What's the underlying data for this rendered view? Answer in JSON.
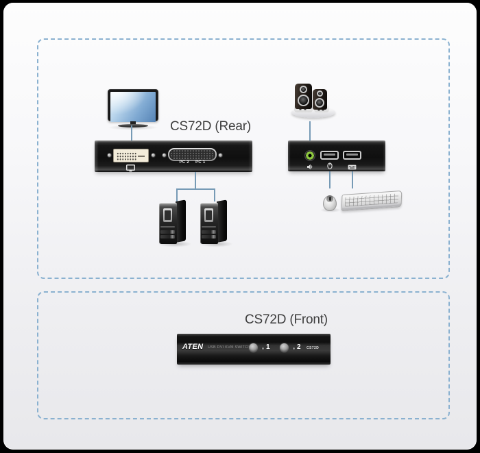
{
  "colors": {
    "background": "#000000",
    "card_top": "#fdfdfd",
    "card_bottom": "#e8e8eb",
    "dashed_border": "#8ab1d0",
    "connection_line": "#769ab5",
    "audio_jack_green": "#8dc63f",
    "device_body": "#111111"
  },
  "rear_section": {
    "title": "CS72D (Rear)",
    "video_panel": {
      "pc2_label": "PC 2",
      "pc1_label": "PC 1"
    }
  },
  "front_section": {
    "title": "CS72D (Front)",
    "panel": {
      "brand": "ATEN",
      "product_name": "USB DVI KVM SWITCH",
      "port1_label": "1",
      "port2_label": "2",
      "model_label": "CS72D"
    }
  },
  "icons": {
    "display": "monitor-icon",
    "audio_out": "speaker-icon",
    "mouse_port": "mouse-icon",
    "keyboard_port": "keyboard-icon"
  }
}
